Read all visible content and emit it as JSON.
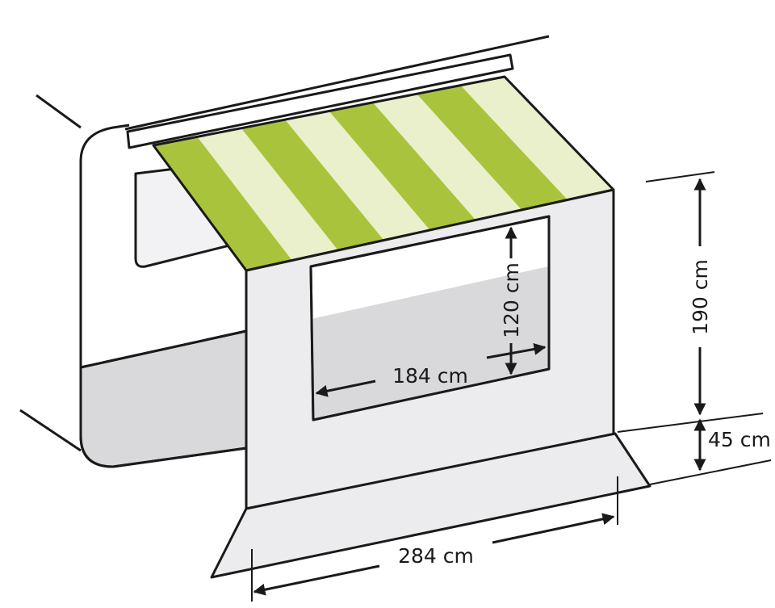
{
  "title": "Awning side panel dimensions",
  "dimensions": {
    "total_height": "190 cm",
    "skirt_height": "45 cm",
    "window_height": "120 cm",
    "window_width": "184 cm",
    "total_width": "284 cm"
  },
  "colors": {
    "stripe_green": "#a9c43c",
    "stripe_pale": "#e9f0cb",
    "panel": "#ececee",
    "caravan_lower": "#d9d9dc",
    "line": "#1a1a1a"
  },
  "stripe_count": 8
}
